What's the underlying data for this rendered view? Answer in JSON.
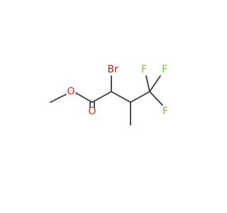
{
  "molecule": {
    "atoms": [
      {
        "id": "o_methoxy",
        "element": "O",
        "label": "O",
        "color": "#e0281e"
      },
      {
        "id": "o_carbonyl",
        "element": "O",
        "label": "O",
        "color": "#e0281e"
      },
      {
        "id": "br",
        "element": "Br",
        "label": "Br",
        "color": "#a0291c"
      },
      {
        "id": "f_top_left",
        "element": "F",
        "label": "F",
        "color": "#7fbf3a"
      },
      {
        "id": "f_top_right",
        "element": "F",
        "label": "F",
        "color": "#7fbf3a"
      },
      {
        "id": "f_bottom",
        "element": "F",
        "label": "F",
        "color": "#7fbf3a"
      }
    ],
    "bond_color": "#3a3a3a"
  }
}
